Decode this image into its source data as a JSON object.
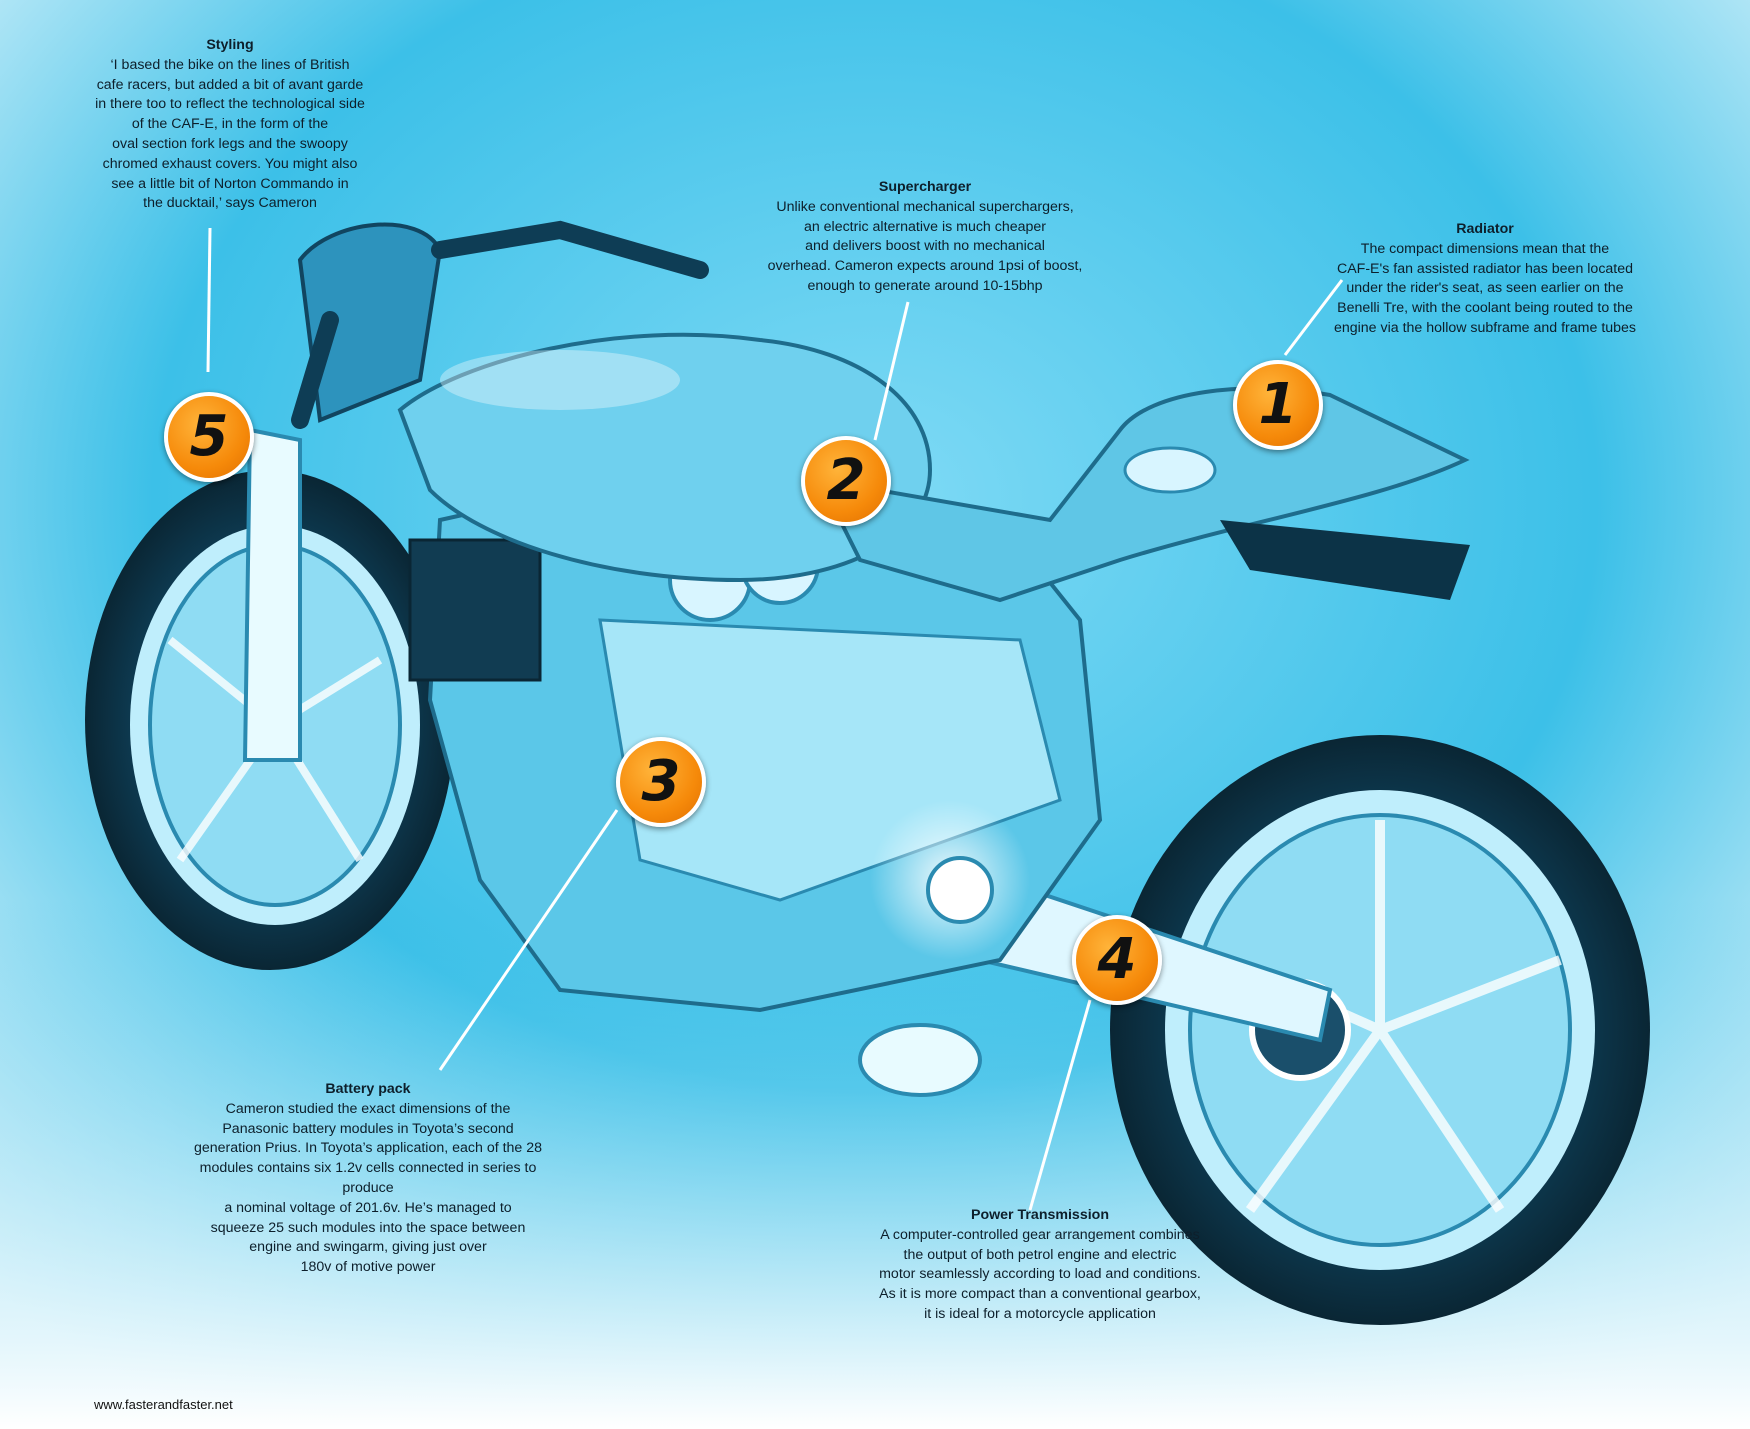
{
  "callouts": [
    {
      "id": "styling",
      "title": "Styling",
      "body": "‘I based the bike on the lines of British\ncafe racers, but added a bit of avant garde\nin there too to reflect the technological side\nof the CAF-E, in the form of the\noval section fork legs and the swoopy\nchromed exhaust covers. You might also\nsee a little bit of Norton Commando in\nthe ducktail,’ says Cameron"
    },
    {
      "id": "supercharger",
      "title": "Supercharger",
      "body": "Unlike conventional mechanical superchargers,\nan electric alternative is much cheaper\nand delivers boost with no mechanical\noverhead. Cameron expects around 1psi of boost,\nenough to generate around 10-15bhp"
    },
    {
      "id": "radiator",
      "title": "Radiator",
      "body": "The compact dimensions mean that the\nCAF-E's fan assisted radiator has been located\nunder the rider's seat, as seen earlier on the\nBenelli Tre, with the coolant being routed to the\nengine via the hollow subframe and frame tubes"
    },
    {
      "id": "battery",
      "title": "Battery pack",
      "body": "Cameron studied the exact dimensions of the\nPanasonic battery modules in Toyota’s second\ngeneration Prius. In Toyota’s application, each of the 28\nmodules contains six 1.2v cells connected in series to produce\na nominal voltage of 201.6v. He’s managed to\nsqueeze 25 such modules into the space between\nengine and swingarm, giving just over\n180v of motive power"
    },
    {
      "id": "transmission",
      "title": "Power Transmission",
      "body": "A computer-controlled gear arrangement combines\nthe output of both petrol engine and electric\nmotor seamlessly according to load and conditions.\nAs it is more compact than a conventional gearbox,\nit is ideal for a motorcycle application"
    }
  ],
  "badges": [
    "1",
    "2",
    "3",
    "4",
    "5"
  ],
  "footer": "www.fasterandfaster.net",
  "colors": {
    "badge": "#f68a0a",
    "background": "#35bde6",
    "leader_line": "#ffffff"
  }
}
